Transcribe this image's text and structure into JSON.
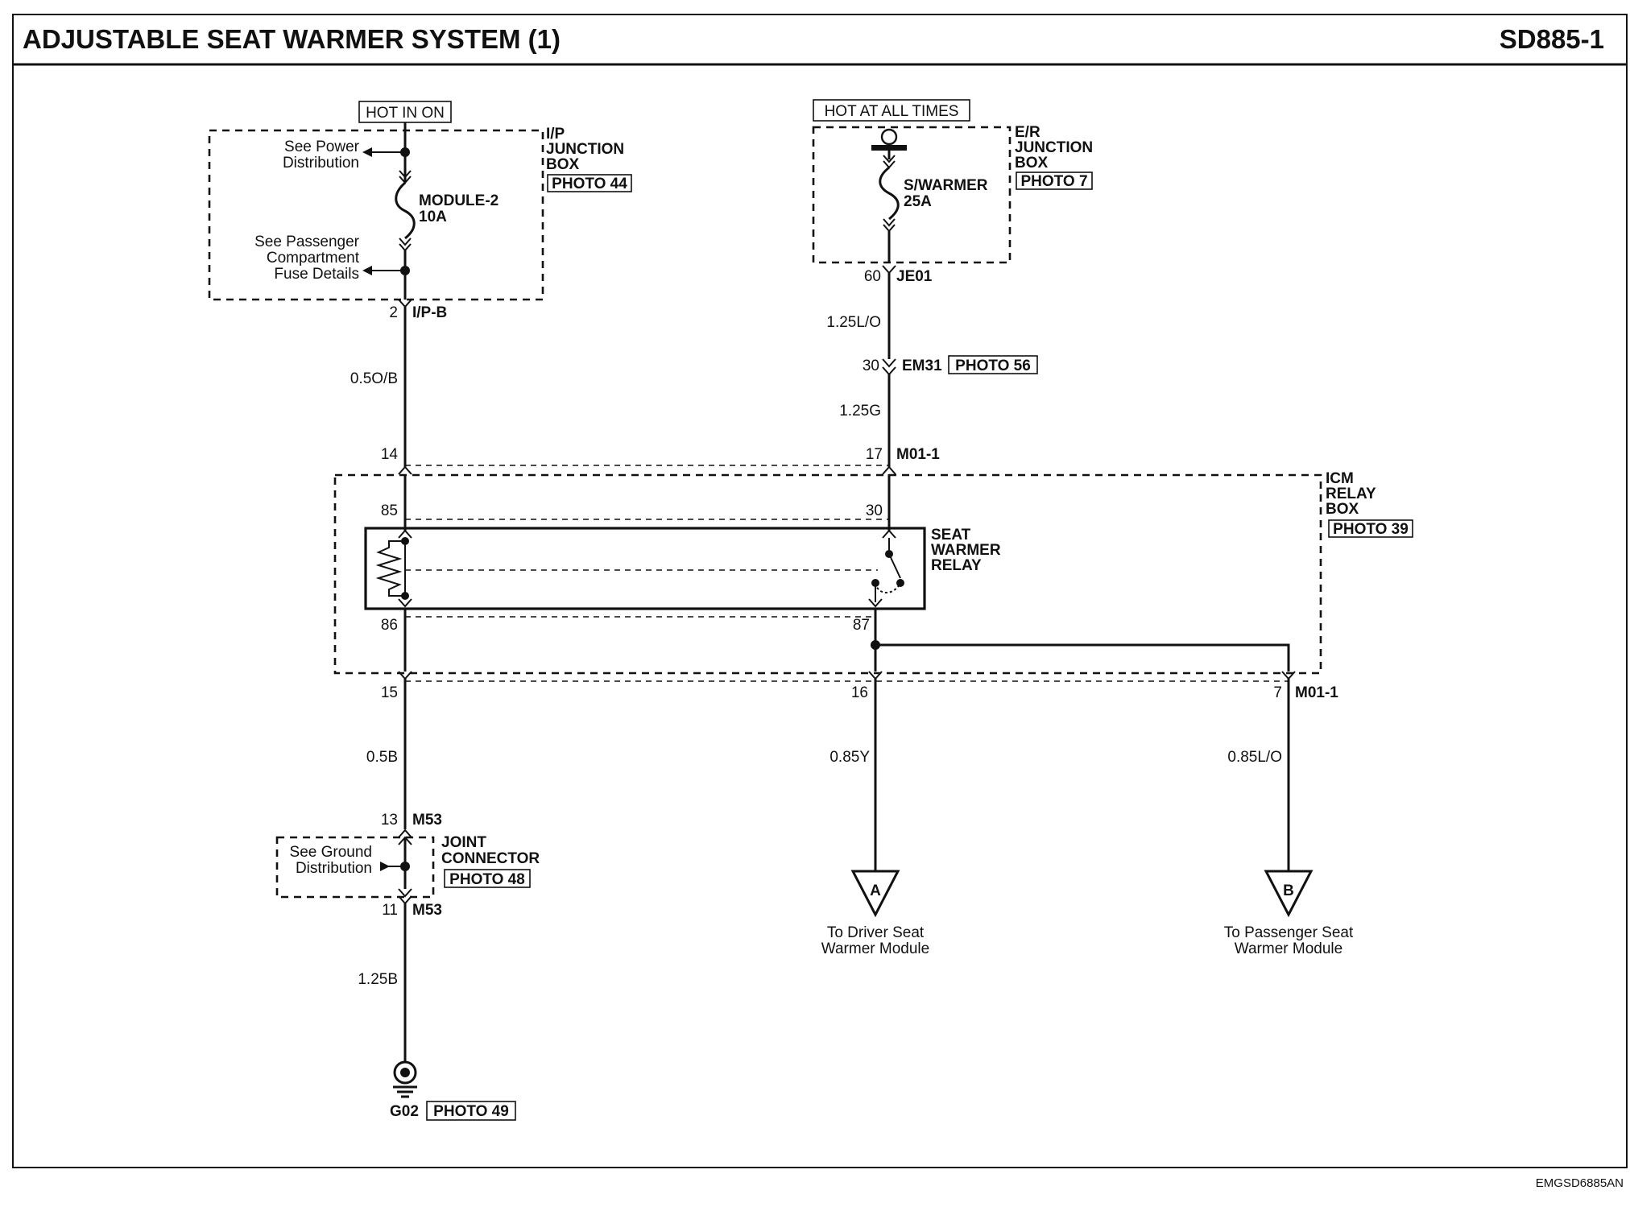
{
  "header": {
    "title": "ADJUSTABLE SEAT WARMER SYSTEM (1)",
    "code": "SD885-1"
  },
  "footer": {
    "ref": "EMGSD6885AN"
  },
  "power": {
    "hot_in_on": "HOT IN ON",
    "hot_at_all_times": "HOT AT ALL TIMES"
  },
  "ip_box": {
    "name_1": "I/P",
    "name_2": "JUNCTION",
    "name_3": "BOX",
    "photo": "PHOTO 44",
    "see_power_1": "See Power",
    "see_power_2": "Distribution",
    "fuse_name": "MODULE-2",
    "fuse_rating": "10A",
    "see_pass_1": "See Passenger",
    "see_pass_2": "Compartment",
    "see_pass_3": "Fuse Details",
    "pin": "2",
    "connector": "I/P-B"
  },
  "er_box": {
    "name_1": "E/R",
    "name_2": "JUNCTION",
    "name_3": "BOX",
    "photo": "PHOTO 7",
    "fuse_name": "S/WARMER",
    "fuse_rating": "25A",
    "pin": "60",
    "connector": "JE01"
  },
  "wires": {
    "w_050b": "0.5O/B",
    "w_125lo": "1.25L/O",
    "w_125g": "1.25G",
    "w_05b": "0.5B",
    "w_085y": "0.85Y",
    "w_085lo": "0.85L/O",
    "w_125b": "1.25B"
  },
  "em31": {
    "pin": "30",
    "connector": "EM31",
    "photo": "PHOTO 56"
  },
  "icm": {
    "name_1": "ICM",
    "name_2": "RELAY",
    "name_3": "BOX",
    "photo": "PHOTO 39",
    "pin_top_left": "14",
    "pin_top_right": "17",
    "connector_top": "M01-1",
    "pin_bot_left": "15",
    "pin_bot_mid": "16",
    "pin_bot_right": "7",
    "connector_bot": "M01-1"
  },
  "relay": {
    "name_1": "SEAT",
    "name_2": "WARMER",
    "name_3": "RELAY",
    "pin_85": "85",
    "pin_30": "30",
    "pin_86": "86",
    "pin_87": "87"
  },
  "joint": {
    "pin_top": "13",
    "conn_top": "M53",
    "pin_bot": "11",
    "conn_bot": "M53",
    "name_1": "JOINT",
    "name_2": "CONNECTOR",
    "photo": "PHOTO 48",
    "see_ground_1": "See Ground",
    "see_ground_2": "Distribution"
  },
  "ground": {
    "name": "G02",
    "photo": "PHOTO 49"
  },
  "outputs": {
    "a_letter": "A",
    "a_desc_1": "To Driver Seat",
    "a_desc_2": "Warmer Module",
    "b_letter": "B",
    "b_desc_1": "To Passenger Seat",
    "b_desc_2": "Warmer Module"
  }
}
